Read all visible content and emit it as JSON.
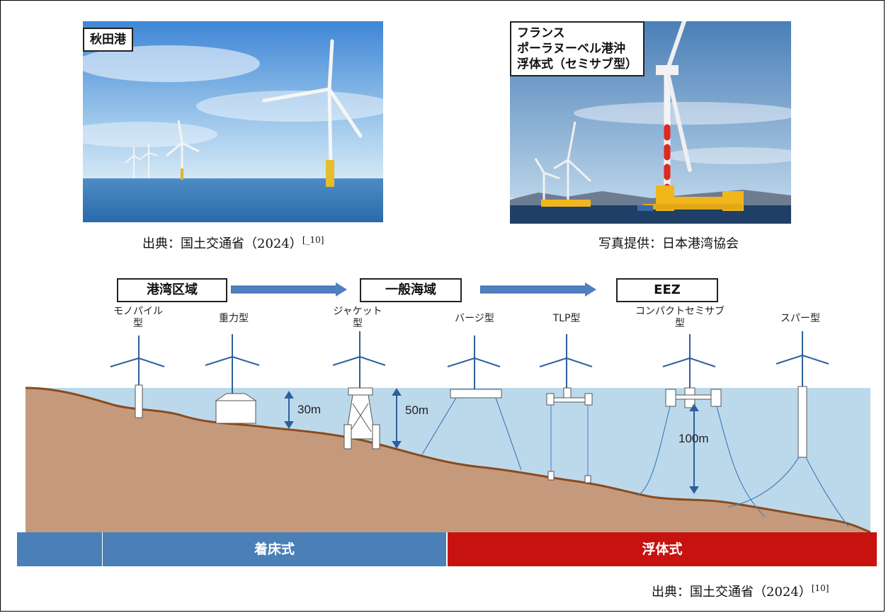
{
  "photos": [
    {
      "id": "akita",
      "label": "秋田港",
      "caption": "出典：国土交通省（2024）",
      "ref": "[_10]"
    },
    {
      "id": "france",
      "label": "フランス\nポーラヌーベル港沖\n浮体式（セミサブ型）",
      "caption": "写真提供：日本港湾協会"
    }
  ],
  "regions": [
    "港湾区域",
    "一般海域",
    "EEZ"
  ],
  "types": [
    "モノパイル\n型",
    "重力型",
    "ジャケット\n型",
    "バージ型",
    "TLP型",
    "コンパクトセミサブ\n型",
    "スパー型"
  ],
  "depths": [
    "30m",
    "50m",
    "100m"
  ],
  "categories": {
    "fixed": "着床式",
    "floating": "浮体式"
  },
  "bottom_caption": "出典：国土交通省（2024）",
  "bottom_ref": "[10]",
  "colors": {
    "sea": "#bcd9ec",
    "seabed": "#c59a7c",
    "seabed_line": "#8b4a1c",
    "fixed_bar": "#4a7fb8",
    "floating_bar": "#c8120f",
    "arrow": "#4f7fbf"
  }
}
